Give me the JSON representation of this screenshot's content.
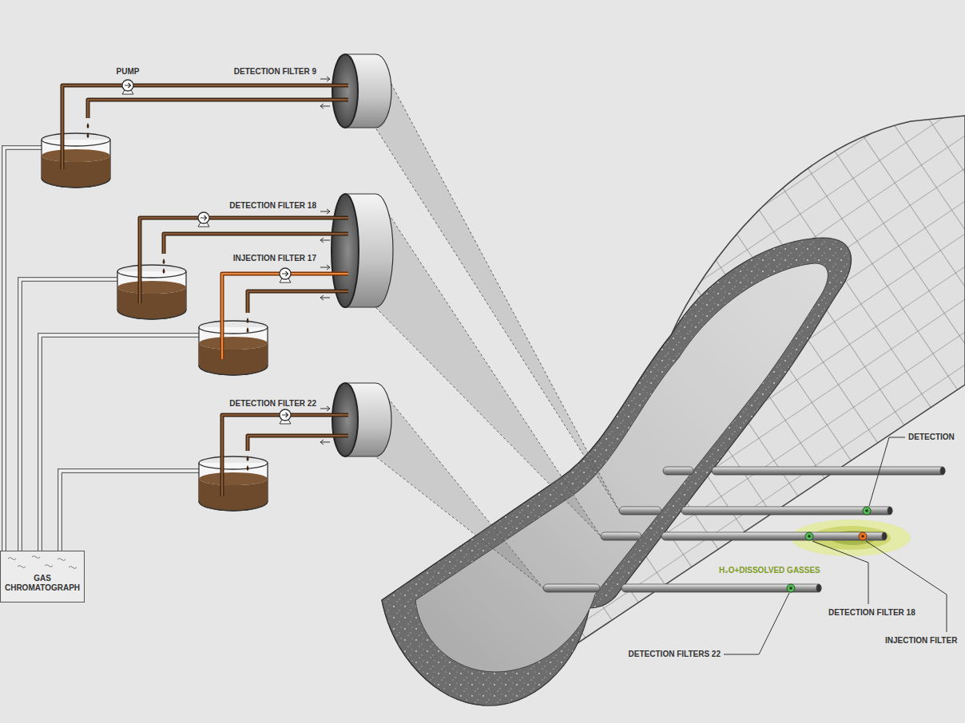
{
  "diagram": {
    "nodes": [
      {
        "text": [
          "GAS CHROMATOGRAPH"
        ]
      }
    ],
    "labels": [
      "PUMP",
      "DETECTION FILTER 9",
      "DETECTION FILTER 18",
      "INJECTION FILTER 17",
      "DETECTION FILTER 22",
      "DETECTION",
      "H₂O+DISSOLVED GASSES",
      "DETECTION FILTER 18",
      "INJECTION FILTER",
      "DETECTION FILTERS 22"
    ]
  }
}
